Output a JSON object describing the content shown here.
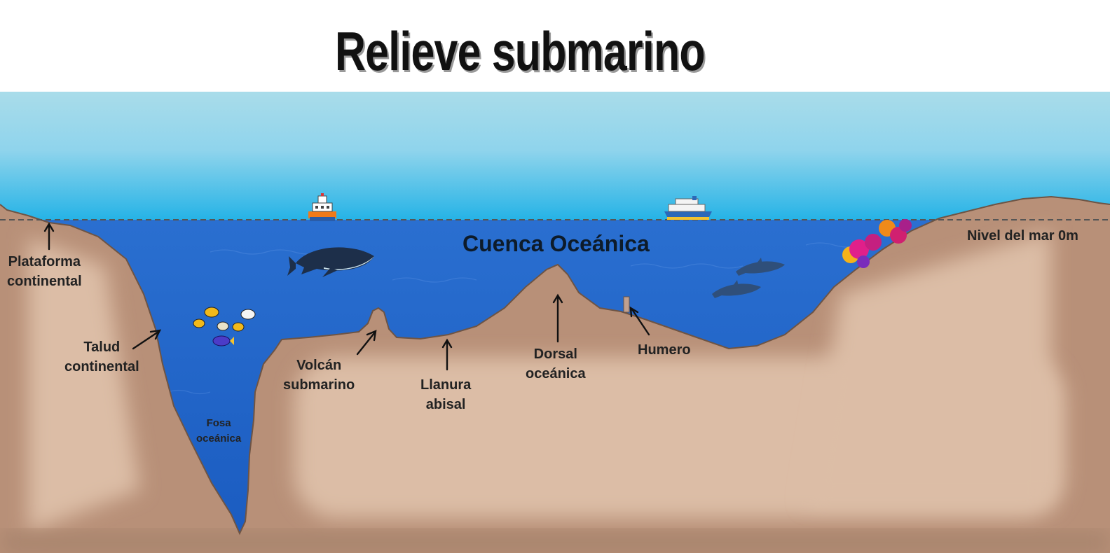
{
  "title": "Relieve submarino",
  "basin_label": "Cuenca Oceánica",
  "sea_level_label": "Nivel del mar  0m",
  "labels": {
    "plataforma": [
      "Plataforma",
      "continental"
    ],
    "talud": [
      "Talud",
      "continental"
    ],
    "fosa": [
      "Fosa",
      "oceánica"
    ],
    "volcan": [
      "Volcán",
      "submarino"
    ],
    "llanura": [
      "Llanura",
      "abisal"
    ],
    "dorsal": [
      "Dorsal",
      "oceánica"
    ],
    "humero": [
      "Humero"
    ]
  },
  "colors": {
    "sky_top": "#a9dcea",
    "sky_bottom": "#22b2e6",
    "ocean": "#1e63c8",
    "seabed": "#d2ae95",
    "seabed_shadow": "#a2806a"
  },
  "icons": [
    "boat-icon",
    "cruise-ship-icon",
    "whale-icon",
    "dolphin-icon",
    "tropical-fish-icon",
    "coral-icon"
  ]
}
